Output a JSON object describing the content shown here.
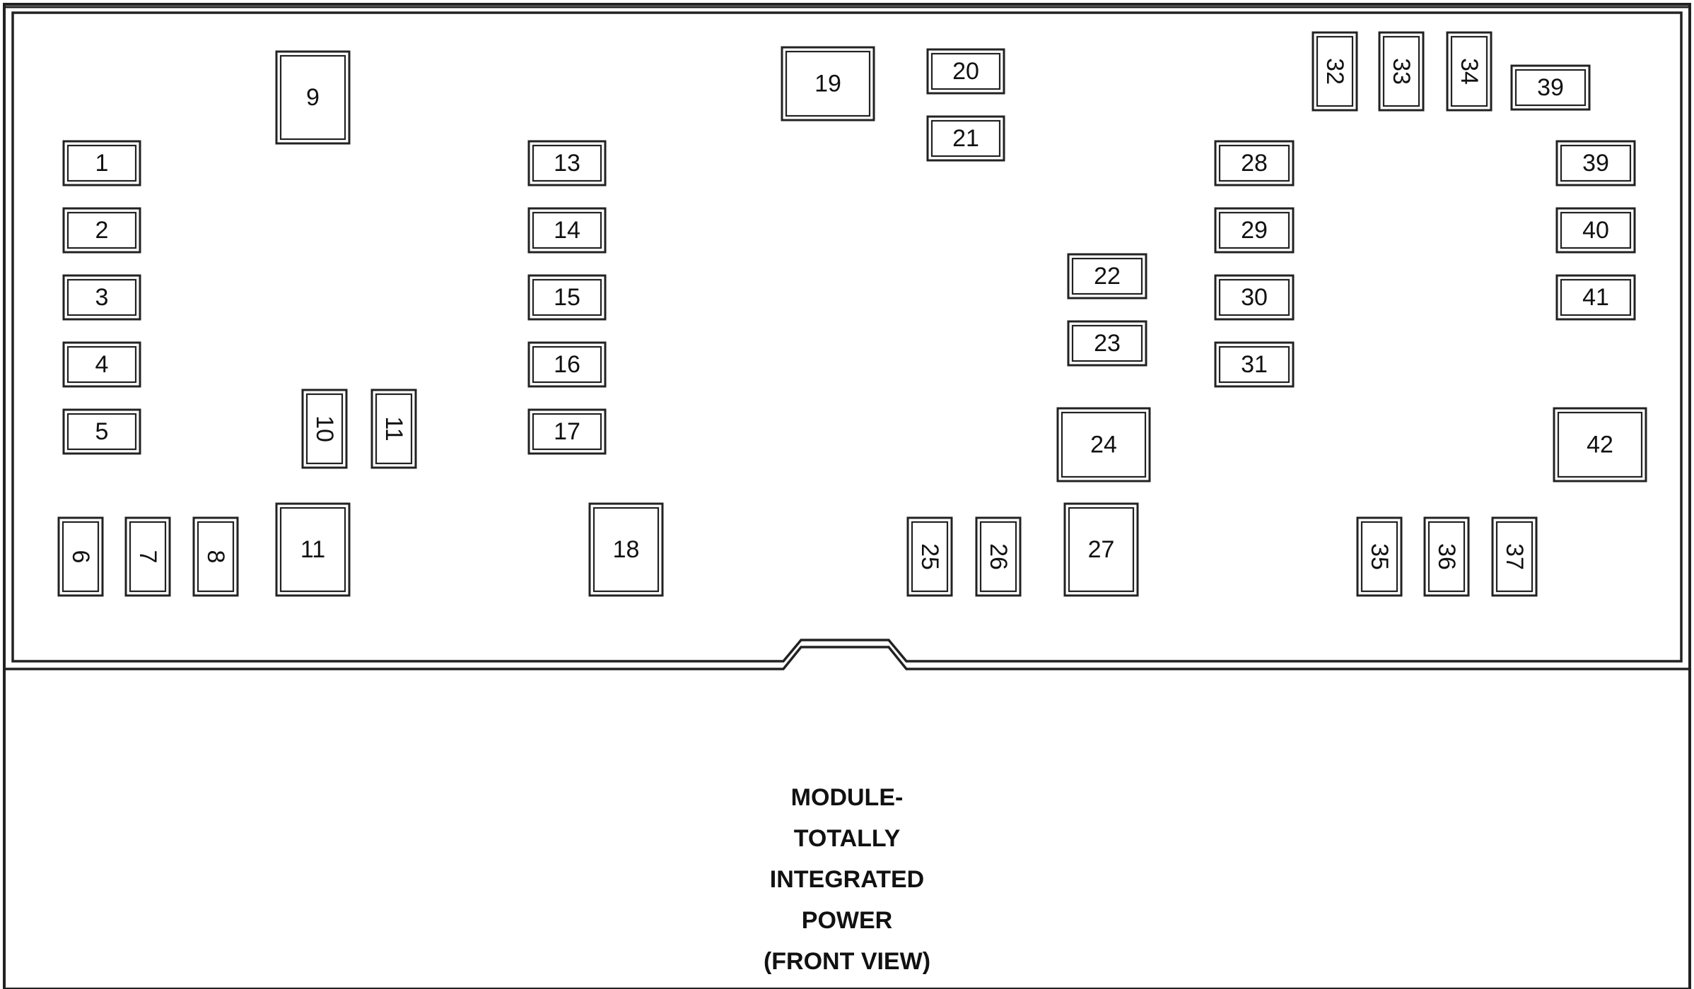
{
  "module": {
    "caption": [
      "MODULE-",
      "TOTALLY",
      "INTEGRATED",
      "POWER",
      "(FRONT VIEW)"
    ],
    "slots": [
      {
        "label": "1",
        "orientation": "horizontal"
      },
      {
        "label": "2",
        "orientation": "horizontal"
      },
      {
        "label": "3",
        "orientation": "horizontal"
      },
      {
        "label": "4",
        "orientation": "horizontal"
      },
      {
        "label": "5",
        "orientation": "horizontal"
      },
      {
        "label": "6",
        "orientation": "vertical"
      },
      {
        "label": "7",
        "orientation": "vertical"
      },
      {
        "label": "8",
        "orientation": "vertical"
      },
      {
        "label": "9",
        "orientation": "horizontal"
      },
      {
        "label": "10",
        "orientation": "vertical"
      },
      {
        "label": "11",
        "orientation": "vertical"
      },
      {
        "label": "11",
        "orientation": "horizontal"
      },
      {
        "label": "13",
        "orientation": "horizontal"
      },
      {
        "label": "14",
        "orientation": "horizontal"
      },
      {
        "label": "15",
        "orientation": "horizontal"
      },
      {
        "label": "16",
        "orientation": "horizontal"
      },
      {
        "label": "17",
        "orientation": "horizontal"
      },
      {
        "label": "18",
        "orientation": "horizontal"
      },
      {
        "label": "19",
        "orientation": "horizontal"
      },
      {
        "label": "20",
        "orientation": "horizontal"
      },
      {
        "label": "21",
        "orientation": "horizontal"
      },
      {
        "label": "22",
        "orientation": "horizontal"
      },
      {
        "label": "23",
        "orientation": "horizontal"
      },
      {
        "label": "24",
        "orientation": "horizontal"
      },
      {
        "label": "25",
        "orientation": "vertical"
      },
      {
        "label": "26",
        "orientation": "vertical"
      },
      {
        "label": "27",
        "orientation": "horizontal"
      },
      {
        "label": "28",
        "orientation": "horizontal"
      },
      {
        "label": "29",
        "orientation": "horizontal"
      },
      {
        "label": "30",
        "orientation": "horizontal"
      },
      {
        "label": "31",
        "orientation": "horizontal"
      },
      {
        "label": "32",
        "orientation": "vertical"
      },
      {
        "label": "33",
        "orientation": "vertical"
      },
      {
        "label": "34",
        "orientation": "vertical"
      },
      {
        "label": "39",
        "orientation": "horizontal"
      },
      {
        "label": "39",
        "orientation": "horizontal"
      },
      {
        "label": "40",
        "orientation": "horizontal"
      },
      {
        "label": "41",
        "orientation": "horizontal"
      },
      {
        "label": "42",
        "orientation": "horizontal"
      },
      {
        "label": "35",
        "orientation": "vertical"
      },
      {
        "label": "36",
        "orientation": "vertical"
      },
      {
        "label": "37",
        "orientation": "vertical"
      }
    ]
  }
}
